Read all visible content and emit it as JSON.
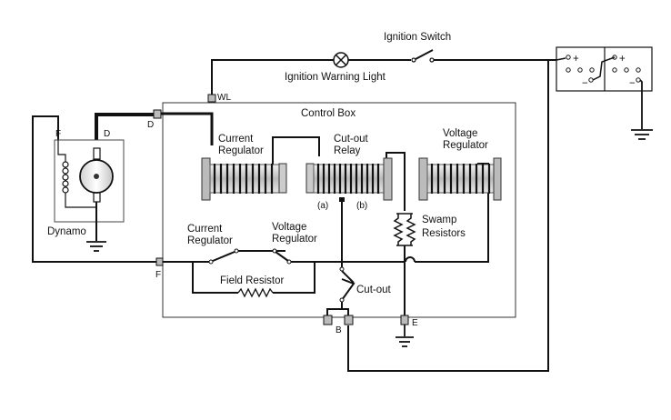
{
  "labels": {
    "ignition_switch": "Ignition Switch",
    "ignition_warning_light": "Ignition Warning Light",
    "control_box": "Control Box",
    "current_regulator_coil_line1": "Current",
    "current_regulator_coil_line2": "Regulator",
    "cutout_relay_line1": "Cut-out",
    "cutout_relay_line2": "Relay",
    "voltage_regulator_coil_line1": "Voltage",
    "voltage_regulator_coil_line2": "Regulator",
    "swamp_resistors_line1": "Swamp",
    "swamp_resistors_line2": "Resistors",
    "current_regulator_contact_line1": "Current",
    "current_regulator_contact_line2": "Regulator",
    "voltage_regulator_contact_line1": "Voltage",
    "voltage_regulator_contact_line2": "Regulator",
    "field_resistor": "Field Resistor",
    "cutout_contact": "Cut-out",
    "dynamo": "Dynamo",
    "winding_a": "(a)",
    "winding_b": "(b)"
  },
  "terminals": {
    "wl": "WL",
    "d_box": "D",
    "d_dynamo": "D",
    "f_dynamo": "F",
    "f_box": "F",
    "b": "B",
    "e": "E"
  },
  "battery_signs": {
    "plus_left": "+",
    "minus_left": "−",
    "plus_right": "+",
    "minus_right": "−"
  },
  "colors": {
    "wire": "#111111",
    "coil_body": "#d8d8d8",
    "background": "#ffffff"
  }
}
